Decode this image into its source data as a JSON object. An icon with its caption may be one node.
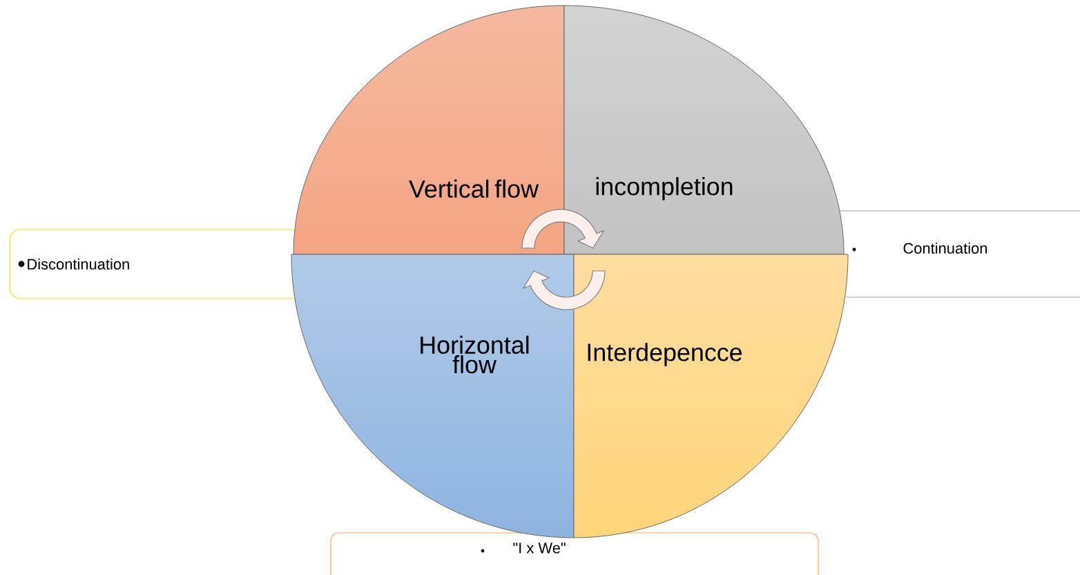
{
  "diagram": {
    "nodes": [
      {
        "text": [
          "Vertical flow"
        ]
      },
      {
        "text": [
          "incompletion"
        ]
      },
      {
        "text": [
          "Horizontal flow"
        ]
      },
      {
        "text": [
          "Interdepencce"
        ]
      },
      {
        "text": [
          "Discontinuation"
        ]
      },
      {
        "text": [
          "Continuation"
        ]
      },
      {
        "text": [
          "\"I x We\""
        ]
      }
    ],
    "edges": [
      {
        "from": 0,
        "to": 1,
        "arrow": "to"
      },
      {
        "from": 3,
        "to": 2,
        "arrow": "to"
      }
    ]
  }
}
